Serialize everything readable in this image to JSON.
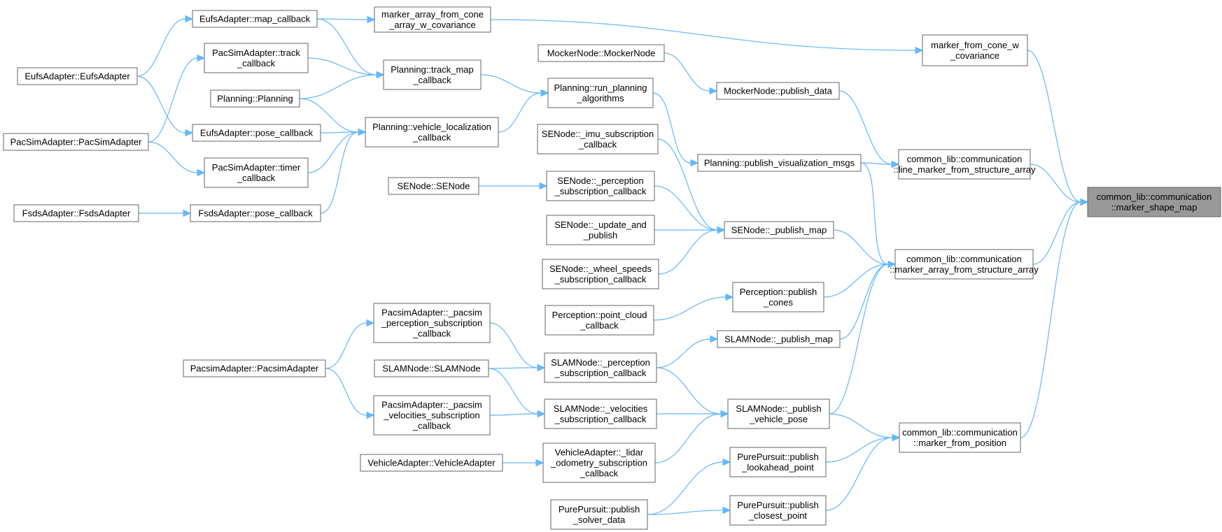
{
  "nodes": [
    {
      "id": "root",
      "lines": [
        "common_lib::communication",
        "::marker_shape_map"
      ]
    },
    {
      "id": "mfcwc",
      "lines": [
        "marker_from_cone_w",
        "_covariance"
      ]
    },
    {
      "id": "lmfsa",
      "lines": [
        "common_lib::communication",
        "::line_marker_from_structure_array"
      ]
    },
    {
      "id": "mafsa",
      "lines": [
        "common_lib::communication",
        "::marker_array_from_structure_array"
      ]
    },
    {
      "id": "mfp",
      "lines": [
        "common_lib::communication",
        "::marker_from_position"
      ]
    },
    {
      "id": "mafcwc",
      "lines": [
        "marker_array_from_cone",
        "_array_w_covariance"
      ]
    },
    {
      "id": "eufs_map_cb",
      "lines": [
        "EufsAdapter::map_callback"
      ]
    },
    {
      "id": "eufs_ctor",
      "lines": [
        "EufsAdapter::EufsAdapter"
      ]
    },
    {
      "id": "pac_track_cb",
      "lines": [
        "PacSimAdapter::track",
        "_callback"
      ]
    },
    {
      "id": "eufs_pose_cb",
      "lines": [
        "EufsAdapter::pose_callback"
      ]
    },
    {
      "id": "pac_ctor",
      "lines": [
        "PacSimAdapter::PacSimAdapter"
      ]
    },
    {
      "id": "pac_timer_cb",
      "lines": [
        "PacSimAdapter::timer",
        "_callback"
      ]
    },
    {
      "id": "fsds_ctor",
      "lines": [
        "FsdsAdapter::FsdsAdapter"
      ]
    },
    {
      "id": "fsds_pose_cb",
      "lines": [
        "FsdsAdapter::pose_callback"
      ]
    },
    {
      "id": "planning_ctor",
      "lines": [
        "Planning::Planning"
      ]
    },
    {
      "id": "planning_tmc",
      "lines": [
        "Planning::track_map",
        "_callback"
      ]
    },
    {
      "id": "planning_vlc",
      "lines": [
        "Planning::vehicle_localization",
        "_callback"
      ]
    },
    {
      "id": "planning_rpa",
      "lines": [
        "Planning::run_planning",
        "_algorithms"
      ]
    },
    {
      "id": "planning_pvm",
      "lines": [
        "Planning::publish_visualization_msgs"
      ]
    },
    {
      "id": "mocker_ctor",
      "lines": [
        "MockerNode::MockerNode"
      ]
    },
    {
      "id": "mocker_pd",
      "lines": [
        "MockerNode::publish_data"
      ]
    },
    {
      "id": "se_imu",
      "lines": [
        "SENode::_imu_subscription",
        "_callback"
      ]
    },
    {
      "id": "se_ctor",
      "lines": [
        "SENode::SENode"
      ]
    },
    {
      "id": "se_perc",
      "lines": [
        "SENode::_perception",
        "_subscription_callback"
      ]
    },
    {
      "id": "se_update",
      "lines": [
        "SENode::_update_and",
        "_publish"
      ]
    },
    {
      "id": "se_wheel",
      "lines": [
        "SENode::_wheel_speeds",
        "_subscription_callback"
      ]
    },
    {
      "id": "se_pub_map",
      "lines": [
        "SENode::_publish_map"
      ]
    },
    {
      "id": "perc_pc",
      "lines": [
        "Perception::point_cloud",
        "_callback"
      ]
    },
    {
      "id": "perc_pub",
      "lines": [
        "Perception::publish",
        "_cones"
      ]
    },
    {
      "id": "pacsim_ctor",
      "lines": [
        "PacsimAdapter::PacsimAdapter"
      ]
    },
    {
      "id": "pacsim_perc",
      "lines": [
        "PacsimAdapter::_pacsim",
        "_perception_subscription",
        "_callback"
      ]
    },
    {
      "id": "pacsim_vel",
      "lines": [
        "PacsimAdapter::_pacsim",
        "_velocities_subscription",
        "_callback"
      ]
    },
    {
      "id": "slam_ctor",
      "lines": [
        "SLAMNode::SLAMNode"
      ]
    },
    {
      "id": "slam_perc",
      "lines": [
        "SLAMNode::_perception",
        "_subscription_callback"
      ]
    },
    {
      "id": "slam_vel",
      "lines": [
        "SLAMNode::_velocities",
        "_subscription_callback"
      ]
    },
    {
      "id": "slam_pub_map",
      "lines": [
        "SLAMNode::_publish_map"
      ]
    },
    {
      "id": "slam_pvp",
      "lines": [
        "SLAMNode::_publish",
        "_vehicle_pose"
      ]
    },
    {
      "id": "va_ctor",
      "lines": [
        "VehicleAdapter::VehicleAdapter"
      ]
    },
    {
      "id": "va_lidar",
      "lines": [
        "VehicleAdapter::_lidar",
        "_odometry_subscription",
        "_callback"
      ]
    },
    {
      "id": "pp_solver",
      "lines": [
        "PurePursuit::publish",
        "_solver_data"
      ]
    },
    {
      "id": "pp_look",
      "lines": [
        "PurePursuit::publish",
        "_lookahead_point"
      ]
    },
    {
      "id": "pp_closest",
      "lines": [
        "PurePursuit::publish",
        "_closest_point"
      ]
    }
  ],
  "edges": [
    [
      "eufs_ctor",
      "eufs_map_cb"
    ],
    [
      "eufs_ctor",
      "eufs_pose_cb"
    ],
    [
      "pac_ctor",
      "pac_track_cb"
    ],
    [
      "pac_ctor",
      "pac_timer_cb"
    ],
    [
      "fsds_ctor",
      "fsds_pose_cb"
    ],
    [
      "eufs_map_cb",
      "mafcwc"
    ],
    [
      "eufs_map_cb",
      "planning_tmc"
    ],
    [
      "pac_track_cb",
      "planning_tmc"
    ],
    [
      "planning_ctor",
      "planning_tmc"
    ],
    [
      "planning_ctor",
      "planning_vlc"
    ],
    [
      "eufs_pose_cb",
      "planning_vlc"
    ],
    [
      "pac_timer_cb",
      "planning_vlc"
    ],
    [
      "fsds_pose_cb",
      "planning_vlc"
    ],
    [
      "planning_tmc",
      "planning_rpa"
    ],
    [
      "planning_vlc",
      "planning_rpa"
    ],
    [
      "planning_rpa",
      "planning_pvm"
    ],
    [
      "mafcwc",
      "mfcwc"
    ],
    [
      "mocker_ctor",
      "mocker_pd"
    ],
    [
      "mocker_pd",
      "lmfsa"
    ],
    [
      "planning_pvm",
      "lmfsa"
    ],
    [
      "planning_pvm",
      "mafsa"
    ],
    [
      "se_ctor",
      "se_perc"
    ],
    [
      "se_imu",
      "se_pub_map"
    ],
    [
      "se_perc",
      "se_pub_map"
    ],
    [
      "se_update",
      "se_pub_map"
    ],
    [
      "se_wheel",
      "se_pub_map"
    ],
    [
      "se_pub_map",
      "mafsa"
    ],
    [
      "perc_pc",
      "perc_pub"
    ],
    [
      "perc_pub",
      "mafsa"
    ],
    [
      "pacsim_ctor",
      "pacsim_perc"
    ],
    [
      "pacsim_ctor",
      "pacsim_vel"
    ],
    [
      "pacsim_perc",
      "slam_perc"
    ],
    [
      "slam_ctor",
      "slam_perc"
    ],
    [
      "slam_ctor",
      "slam_vel"
    ],
    [
      "pacsim_vel",
      "slam_vel"
    ],
    [
      "slam_perc",
      "slam_pub_map"
    ],
    [
      "slam_perc",
      "slam_pvp"
    ],
    [
      "slam_vel",
      "slam_pvp"
    ],
    [
      "slam_pub_map",
      "mafsa"
    ],
    [
      "slam_pvp",
      "mafsa"
    ],
    [
      "slam_pvp",
      "mfp"
    ],
    [
      "va_ctor",
      "va_lidar"
    ],
    [
      "va_lidar",
      "slam_pvp"
    ],
    [
      "pp_solver",
      "pp_look"
    ],
    [
      "pp_solver",
      "pp_closest"
    ],
    [
      "pp_look",
      "mfp"
    ],
    [
      "pp_closest",
      "mfp"
    ],
    [
      "mfcwc",
      "root"
    ],
    [
      "lmfsa",
      "root"
    ],
    [
      "mafsa",
      "root"
    ],
    [
      "mfp",
      "root"
    ]
  ]
}
